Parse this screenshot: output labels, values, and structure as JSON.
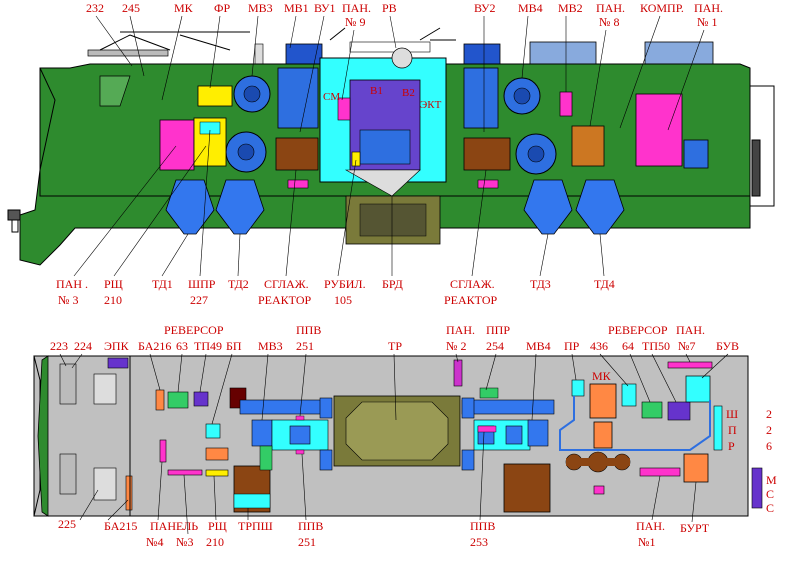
{
  "colors": {
    "body_green": "#2e8b2e",
    "cab_green": "#3a8f3a",
    "compartment_cyan": "#33ffff",
    "fan_blue": "#2e6fe0",
    "duct_blue": "#3377ee",
    "magenta": "#ff33cc",
    "yellow": "#ffee00",
    "brown": "#8b4513",
    "gray": "#c0c0c0",
    "trafo_olive": "#7a7a3a",
    "label_red": "#cc0000",
    "orange": "#ff8844",
    "purple": "#6633cc"
  },
  "side_view": {
    "top_labels": {
      "l232": "232",
      "l245": "245",
      "mk": "МК",
      "fr": "ФР",
      "mv3": "МВ3",
      "mv1": "МВ1",
      "vu1": "ВУ1",
      "pan9_a": "ПАН.",
      "pan9_b": "№ 9",
      "rv": "РВ",
      "vu2": "ВУ2",
      "mv4": "МВ4",
      "mv2": "МВ2",
      "pan8_a": "ПАН.",
      "pan8_b": "№ 8",
      "kompr": "КОМПР.",
      "pan1_a": "ПАН.",
      "pan1_b": "№ 1"
    },
    "inner_labels": {
      "sm": "СМ",
      "v1": "В1",
      "v2": "В2",
      "ekt": "ЭКТ"
    },
    "bottom_labels": {
      "pan3_a": "ПАН .",
      "pan3_b": "№ 3",
      "rshch_a": "РЩ",
      "rshch_b": "210",
      "td1": "ТД1",
      "shpr_a": "ШПР",
      "shpr_b": "227",
      "td2": "ТД2",
      "sglazh1_a": "СГЛАЖ.",
      "sglazh1_b": "РЕАКТОР",
      "rubil_a": "РУБИЛ.",
      "rubil_b": "105",
      "brd": "БРД",
      "sglazh2_a": "СГЛАЖ.",
      "sglazh2_b": "РЕАКТОР",
      "td3": "ТД3",
      "td4": "ТД4"
    }
  },
  "plan_view": {
    "top_labels": {
      "l223": "223",
      "l224": "224",
      "epk": "ЭПК",
      "ba216": "БА216",
      "l63": "63",
      "tp49": "ТП49",
      "bp": "БП",
      "reversor1": "РЕВЕРСОР",
      "mv3": "МВ3",
      "ppv251_top_a": "ППВ",
      "ppv251_top_b": "251",
      "tr": "ТР",
      "pan2_a": "ПАН.",
      "pan2_b": "№ 2",
      "ppr_a": "ППР",
      "ppr_b": "254",
      "mv4": "МВ4",
      "pr": "ПР",
      "l436": "436",
      "reversor2": "РЕВЕРСОР",
      "pan7_a": "ПАН.",
      "pan7_b": "№7",
      "l64": "64",
      "tp50": "ТП50",
      "buv": "БУВ"
    },
    "inner_labels": {
      "mk": "МК"
    },
    "right_labels": {
      "sh2_a": "Ш",
      "sh2_b": "2",
      "p2_a": "П",
      "p2_b": "2",
      "r6_a": "Р",
      "r6_b": "6",
      "msc_m": "М",
      "msc_s1": "С",
      "msc_s2": "С"
    },
    "bottom_labels": {
      "l225": "225",
      "ba215": "БА215",
      "panel4_a": "ПАНЕЛЬ",
      "panel4_b": "№4",
      "panel4_c": "№3",
      "rshch_a": "РЩ",
      "rshch_b": "210",
      "trpsh": "ТРПШ",
      "ppv251_bot_a": "ППВ",
      "ppv251_bot_b": "251",
      "ppv253_a": "ППВ",
      "ppv253_b": "253",
      "pan1_a": "ПАН.",
      "pan1_b": "№1",
      "burt": "БУРТ"
    }
  }
}
